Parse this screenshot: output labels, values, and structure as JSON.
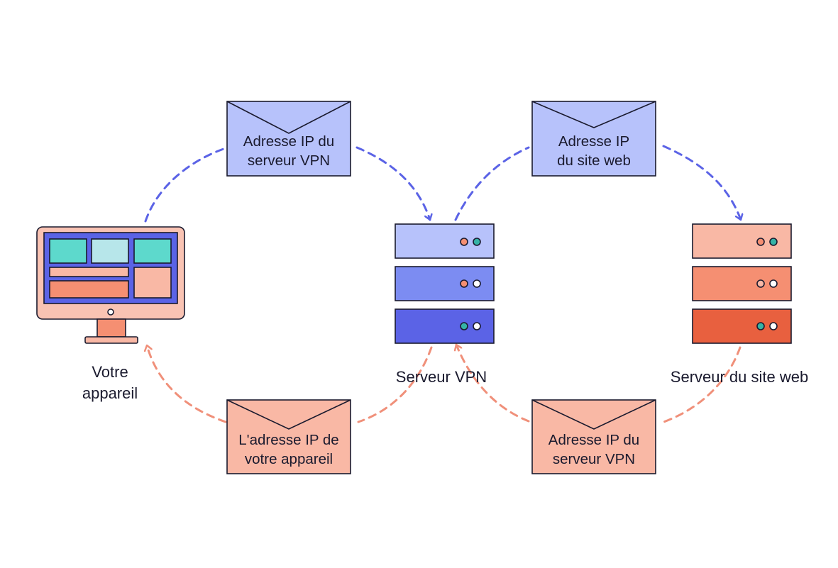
{
  "nodes": {
    "device": {
      "label_line1": "Votre",
      "label_line2": "appareil"
    },
    "vpn_server": {
      "label": "Serveur VPN"
    },
    "web_server": {
      "label": "Serveur du site web"
    }
  },
  "envelopes": {
    "outbound_1": {
      "line1": "Adresse IP du",
      "line2": "serveur VPN"
    },
    "outbound_2": {
      "line1": "Adresse IP",
      "line2": "du site web"
    },
    "return_1": {
      "line1": "L'adresse IP de",
      "line2": "votre appareil"
    },
    "return_2": {
      "line1": "Adresse IP du",
      "line2": "serveur VPN"
    }
  },
  "colors": {
    "outline": "#1a1a2e",
    "outbound_arrow": "#5b63e6",
    "return_arrow": "#f0907a",
    "envelope_blue": "#b7c2fb",
    "envelope_salmon": "#f9b8a5",
    "vpn_server_units": [
      "#b7c2fb",
      "#7c8cf2",
      "#5b63e6"
    ],
    "web_server_units": [
      "#f9b8a5",
      "#f58f72",
      "#e8603f"
    ],
    "screen": "#5b63e6",
    "teal": "#5dd9cc",
    "light_teal": "#b7e6ea",
    "monitor_frame": "#f9c3b3",
    "coral": "#f58f72"
  }
}
